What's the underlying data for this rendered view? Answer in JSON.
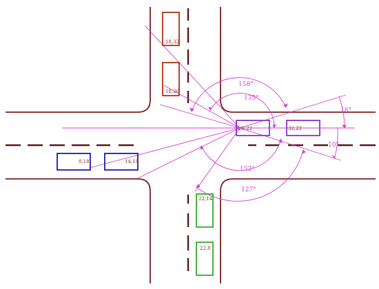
{
  "colors": {
    "road": "#7a1f1f",
    "lane": "#5a1616",
    "magenta": "#d23cd2",
    "red_vehicle": "#b03010",
    "blue_vehicle": "#1a1ab4",
    "green_vehicle": "#33aa33",
    "purple_vehicle": "#8a2fc8",
    "vehicle_text": "#8a3010"
  },
  "vehicles": {
    "north_1": {
      "label": "18,32",
      "color_role": "red"
    },
    "north_2": {
      "label": "18,26",
      "color_role": "red"
    },
    "west_1": {
      "label": "8,18",
      "color_role": "blue"
    },
    "west_2": {
      "label": "14,18",
      "color_role": "blue"
    },
    "south_1": {
      "label": "22,14",
      "color_role": "green"
    },
    "south_2": {
      "label": "22,8",
      "color_role": "green"
    },
    "center": {
      "label": "26,22",
      "color_role": "purple"
    },
    "east": {
      "label": "32,22",
      "color_role": "purple"
    }
  },
  "angles": {
    "a158": "158°",
    "a135": "135°",
    "a153": "153°",
    "a127": "127°",
    "a18": "18°",
    "a10": "10°"
  }
}
